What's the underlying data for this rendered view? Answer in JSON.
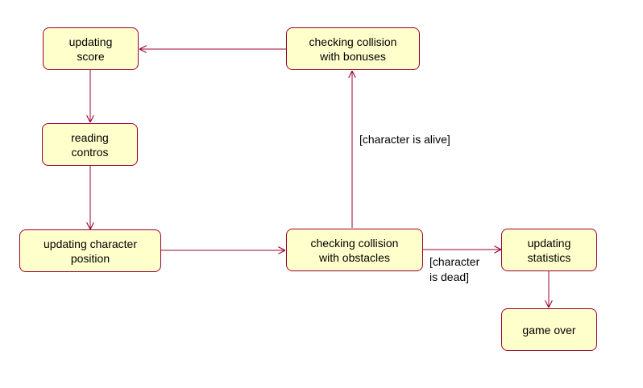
{
  "diagram": {
    "colors": {
      "state_fill": "#ffffcc",
      "state_border": "#990033",
      "transition": "#990033"
    },
    "states": {
      "updating_score": "updating\nscore",
      "checking_bonuses": "checking collision\nwith bonuses",
      "reading_controls": "reading\ncontros",
      "updating_position": "updating character\nposition",
      "checking_obstacles": "checking collision\nwith obstacles",
      "updating_statistics": "updating\nstatistics",
      "game_over": "game over"
    },
    "guards": {
      "alive": "[character is alive]",
      "dead": "[character\nis dead]"
    }
  }
}
